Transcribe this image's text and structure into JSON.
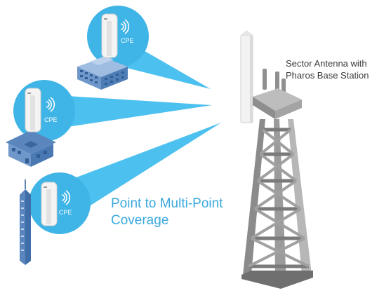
{
  "tower": {
    "label_line1": "Sector Antenna with",
    "label_line2": "Pharos Base Station"
  },
  "coverage": {
    "line1": "Point to Multi-Point",
    "line2": "Coverage"
  },
  "cpe_units": [
    {
      "label": "CPE",
      "site": "office-building"
    },
    {
      "label": "CPE",
      "site": "house"
    },
    {
      "label": "CPE",
      "site": "skyscraper"
    }
  ],
  "colors": {
    "beam": "#4cc0ee",
    "beam_circle": "#3fb4e6",
    "building_blue": "#6f97c9",
    "building_dark": "#2f5d95",
    "tower_light": "#d9d9d9",
    "tower_mid": "#a6a6a6",
    "tower_dark": "#6f6f6f",
    "label_blue": "#3aa9de",
    "label_dark": "#3a3a3a"
  }
}
